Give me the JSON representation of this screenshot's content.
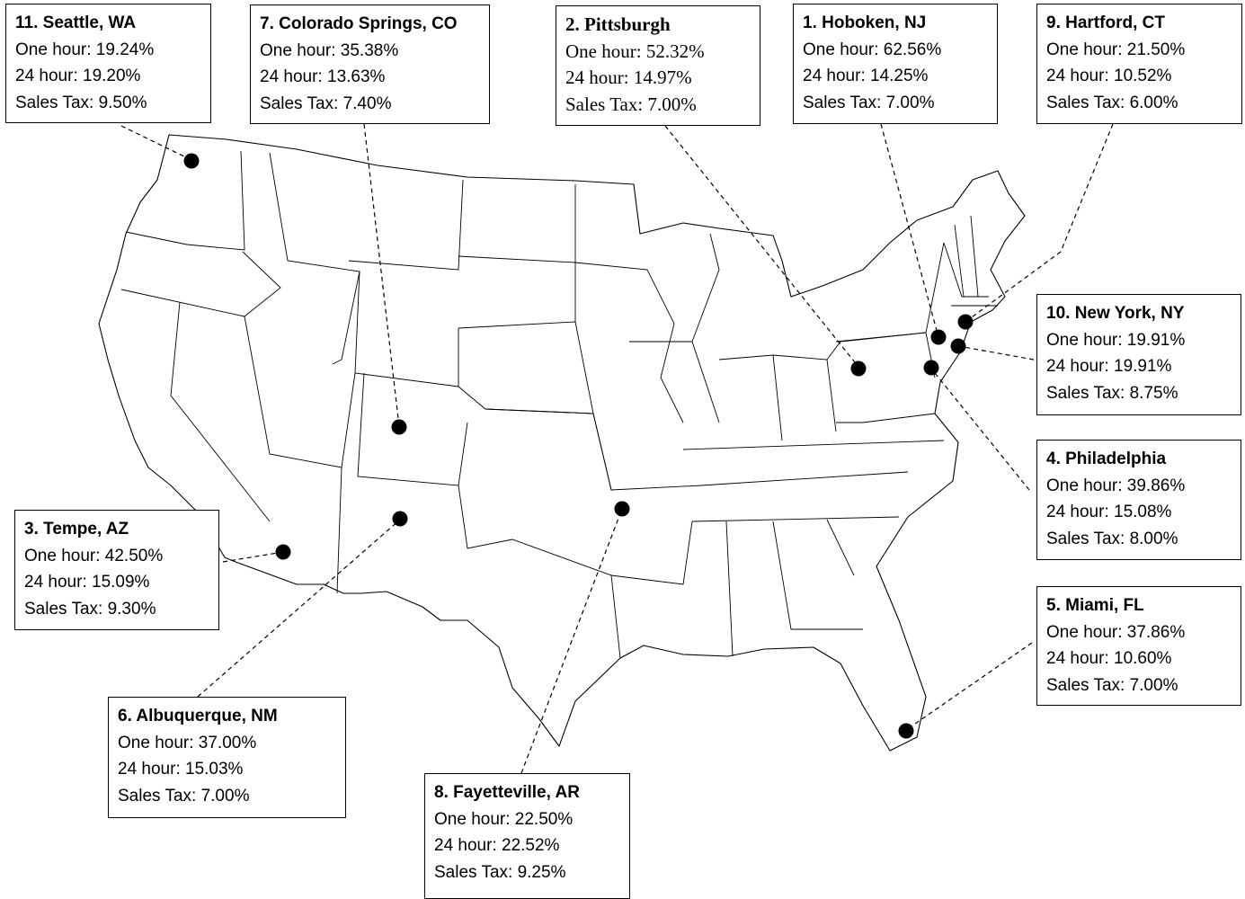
{
  "locations": [
    {
      "key": "seattle",
      "title": "11.  Seattle, WA",
      "one_hour": "One hour:  19.24%",
      "day": "24 hour:  19.20%",
      "tax": "Sales Tax:  9.50%"
    },
    {
      "key": "colorado",
      "title": "7.  Colorado Springs, CO",
      "one_hour": "One hour:  35.38%",
      "day": "24 hour:  13.63%",
      "tax": "Sales Tax:  7.40%"
    },
    {
      "key": "pittsburgh",
      "title": "2.  Pittsburgh",
      "one_hour": "One hour: 52.32%",
      "day": "24 hour:  14.97%",
      "tax": "Sales Tax:  7.00%"
    },
    {
      "key": "hoboken",
      "title": "1.  Hoboken, NJ",
      "one_hour": "One hour: 62.56%",
      "day": "24 hour: 14.25%",
      "tax": "Sales Tax: 7.00%"
    },
    {
      "key": "hartford",
      "title": "9.  Hartford, CT",
      "one_hour": "One hour:  21.50%",
      "day": "24 hour:  10.52%",
      "tax": "Sales Tax:  6.00%"
    },
    {
      "key": "newyork",
      "title": "10.  New York, NY",
      "one_hour": "One hour:  19.91%",
      "day": "24 hour:  19.91%",
      "tax": "Sales Tax: 8.75%"
    },
    {
      "key": "philadelphia",
      "title": "4.  Philadelphia",
      "one_hour": "One hour: 39.86%",
      "day": "24 hour:  15.08%",
      "tax": "Sales Tax: 8.00%"
    },
    {
      "key": "miami",
      "title": "5.  Miami, FL",
      "one_hour": "One hour:  37.86%",
      "day": "24 hour:  10.60%",
      "tax": "Sales Tax: 7.00%"
    },
    {
      "key": "tempe",
      "title": "3.  Tempe, AZ",
      "one_hour": "One hour:  42.50%",
      "day": "24 hour:  15.09%",
      "tax": "Sales Tax:  9.30%"
    },
    {
      "key": "albuquerque",
      "title": "6.  Albuquerque, NM",
      "one_hour": "One hour: 37.00%",
      "day": "24 hour:  15.03%",
      "tax": "Sales Tax:  7.00%"
    },
    {
      "key": "fayetteville",
      "title": "8.  Fayetteville, AR",
      "one_hour": "One hour:  22.50%",
      "day": "24 hour:  22.52%",
      "tax": "Sales Tax:  9.25%"
    }
  ],
  "colors": {
    "stroke": "#000000",
    "background": "#ffffff",
    "marker": "#000000"
  }
}
